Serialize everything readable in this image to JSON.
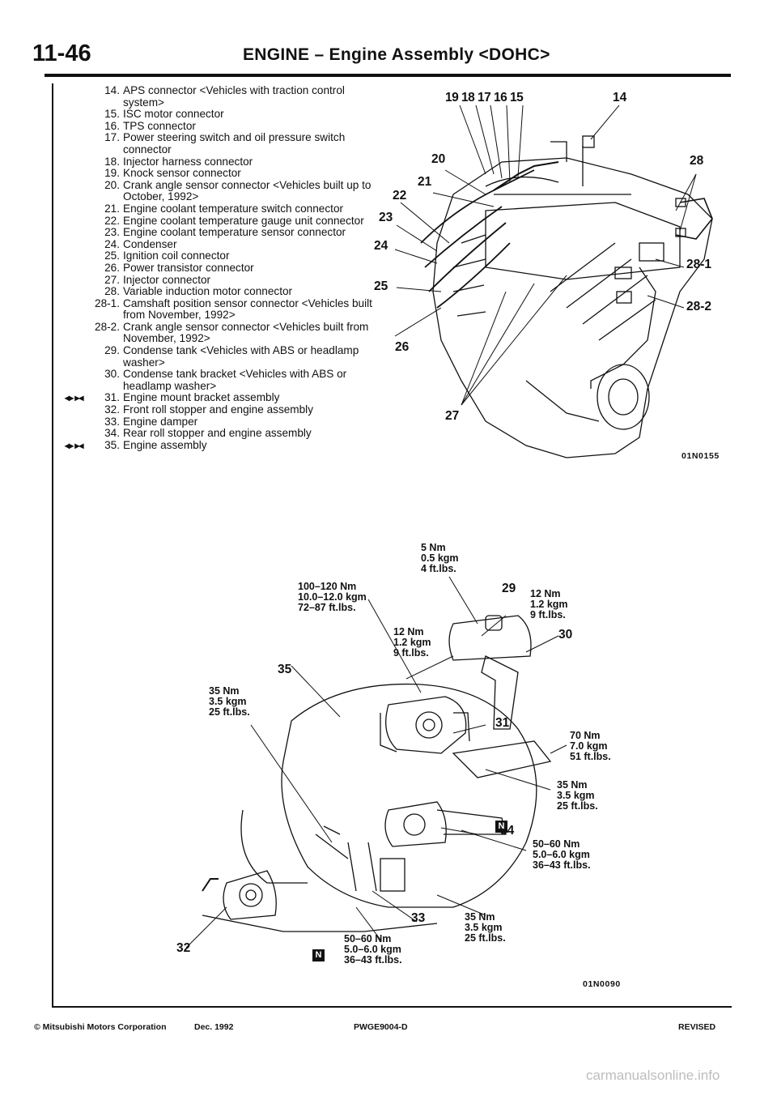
{
  "header": {
    "page_number": "11-46",
    "title": "ENGINE – Engine Assembly <DOHC>"
  },
  "parts_list": [
    {
      "num": "14.",
      "text": "APS connector <Vehicles with traction control system>",
      "symbol": ""
    },
    {
      "num": "15.",
      "text": "ISC motor connector",
      "symbol": ""
    },
    {
      "num": "16.",
      "text": "TPS connector",
      "symbol": ""
    },
    {
      "num": "17.",
      "text": "Power steering switch and oil pressure switch connector",
      "symbol": ""
    },
    {
      "num": "18.",
      "text": "Injector harness connector",
      "symbol": ""
    },
    {
      "num": "19.",
      "text": "Knock sensor connector",
      "symbol": ""
    },
    {
      "num": "20.",
      "text": "Crank angle sensor connector <Vehicles built up to October, 1992>",
      "symbol": ""
    },
    {
      "num": "21.",
      "text": "Engine coolant temperature switch connector",
      "symbol": ""
    },
    {
      "num": "22.",
      "text": "Engine coolant temperature gauge unit connector",
      "symbol": ""
    },
    {
      "num": "23.",
      "text": "Engine coolant temperature sensor connector",
      "symbol": ""
    },
    {
      "num": "24.",
      "text": "Condenser",
      "symbol": ""
    },
    {
      "num": "25.",
      "text": "Ignition coil connector",
      "symbol": ""
    },
    {
      "num": "26.",
      "text": "Power transistor connector",
      "symbol": ""
    },
    {
      "num": "27.",
      "text": "Injector connector",
      "symbol": ""
    },
    {
      "num": "28.",
      "text": "Variable induction motor connector",
      "symbol": ""
    },
    {
      "num": "28-1.",
      "text": "Camshaft position sensor connector <Vehicles built from November, 1992>",
      "symbol": ""
    },
    {
      "num": "28-2.",
      "text": "Crank angle sensor connector <Vehicles built from November, 1992>",
      "symbol": ""
    },
    {
      "num": "29.",
      "text": "Condense tank <Vehicles with ABS or headlamp washer>",
      "symbol": ""
    },
    {
      "num": "30.",
      "text": "Condense tank bracket <Vehicles with ABS or headlamp washer>",
      "symbol": ""
    },
    {
      "num": "31.",
      "text": "Engine mount bracket assembly",
      "symbol": "◂▸ ▸◂"
    },
    {
      "num": "32.",
      "text": "Front roll stopper and engine assembly",
      "symbol": ""
    },
    {
      "num": "33.",
      "text": "Engine damper",
      "symbol": ""
    },
    {
      "num": "34.",
      "text": "Rear roll stopper and engine assembly",
      "symbol": ""
    },
    {
      "num": "35.",
      "text": "Engine assembly",
      "symbol": "◂▸ ▸◂"
    }
  ],
  "diagram_top": {
    "labels": [
      "19",
      "18",
      "17",
      "16",
      "15",
      "14",
      "20",
      "21",
      "22",
      "23",
      "24",
      "25",
      "26",
      "27",
      "28",
      "28-1",
      "28-2"
    ],
    "code": "01N0155"
  },
  "diagram_bottom": {
    "labels": [
      "29",
      "30",
      "31",
      "32",
      "33",
      "34",
      "35"
    ],
    "torques": {
      "t_5nm": "5 Nm\n0.5 kgm\n4 ft.lbs.",
      "t_100": "100–120 Nm\n10.0–12.0 kgm\n72–87 ft.lbs.",
      "t_12a": "12 Nm\n1.2 kgm\n9 ft.lbs.",
      "t_12b": "12 Nm\n1.2 kgm\n9 ft.lbs.",
      "t_35a": "35 Nm\n3.5 kgm\n25 ft.lbs.",
      "t_70": "70 Nm\n7.0 kgm\n51 ft.lbs.",
      "t_35b": "35 Nm\n3.5 kgm\n25 ft.lbs.",
      "t_50a": "50–60 Nm\n5.0–6.0 kgm\n36–43 ft.lbs.",
      "t_35c": "35 Nm\n3.5 kgm\n25 ft.lbs.",
      "t_50b": "50–60 Nm\n5.0–6.0 kgm\n36–43 ft.lbs."
    },
    "n_mark": "N",
    "code": "01N0090"
  },
  "footer": {
    "copyright": "© Mitsubishi Motors Corporation",
    "date": "Dec. 1992",
    "doc_code": "PWGE9004-D",
    "status": "REVISED"
  },
  "watermark": "carmanualsonline.info"
}
